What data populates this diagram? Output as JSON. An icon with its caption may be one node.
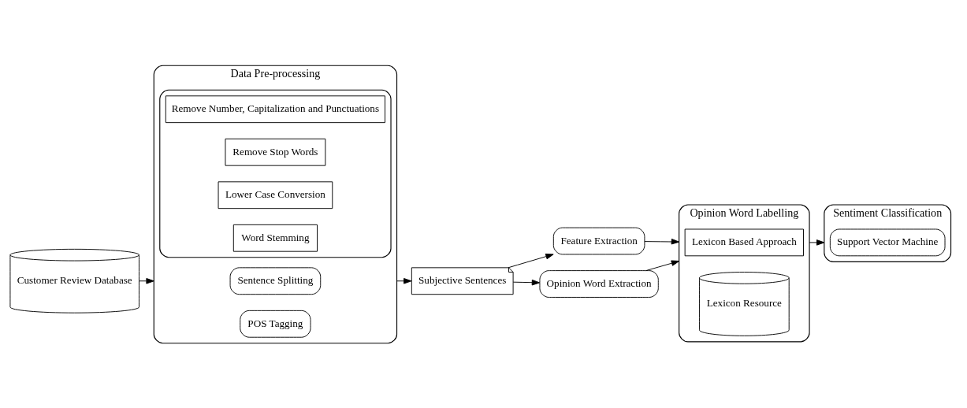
{
  "diagram": {
    "nodes": [
      {
        "text": [
          "Customer Review Database"
        ]
      },
      {
        "text": [
          "Data Pre-processing"
        ]
      },
      {
        "text": [
          "Sentence Splitting"
        ],
        "in": 1
      },
      {
        "text": [
          "POS Tagging"
        ],
        "in": 1
      },
      {
        "text": [],
        "shape": "box",
        "in": 1
      },
      {
        "text": [
          "Remove Number, Capitalization and Punctuations"
        ],
        "in": 4
      },
      {
        "text": [
          "Remove Stop Words"
        ],
        "in": 4
      },
      {
        "text": [
          "Lower Case Conversion"
        ],
        "in": 4
      },
      {
        "text": [
          "Word Stemming"
        ],
        "in": 4
      },
      {
        "text": [
          "Subjective Sentences"
        ]
      },
      {
        "text": [
          "Feature Extraction"
        ]
      },
      {
        "text": [
          "Opinion Word Extraction"
        ]
      },
      {
        "text": [
          "Opinion Word Labelling"
        ]
      },
      {
        "text": [
          "Lexicon Based Approach"
        ],
        "in": 12
      },
      {
        "text": [
          "Lexicon Resource"
        ],
        "in": 12
      },
      {
        "text": [
          "Sentiment Classification"
        ]
      },
      {
        "text": [
          "Support Vector Machine"
        ],
        "in": 15
      }
    ],
    "edges": [
      {
        "from": 0,
        "to": 1,
        "arrow": "to"
      },
      {
        "from": 1,
        "to": 9,
        "arrow": "to"
      },
      {
        "from": 9,
        "to": 10,
        "arrow": "to"
      },
      {
        "from": 9,
        "to": 11,
        "arrow": "to"
      },
      {
        "from": 10,
        "to": 12,
        "arrow": "to"
      },
      {
        "from": 11,
        "to": 12,
        "arrow": "to"
      },
      {
        "from": 12,
        "to": 15,
        "arrow": "to"
      }
    ]
  }
}
